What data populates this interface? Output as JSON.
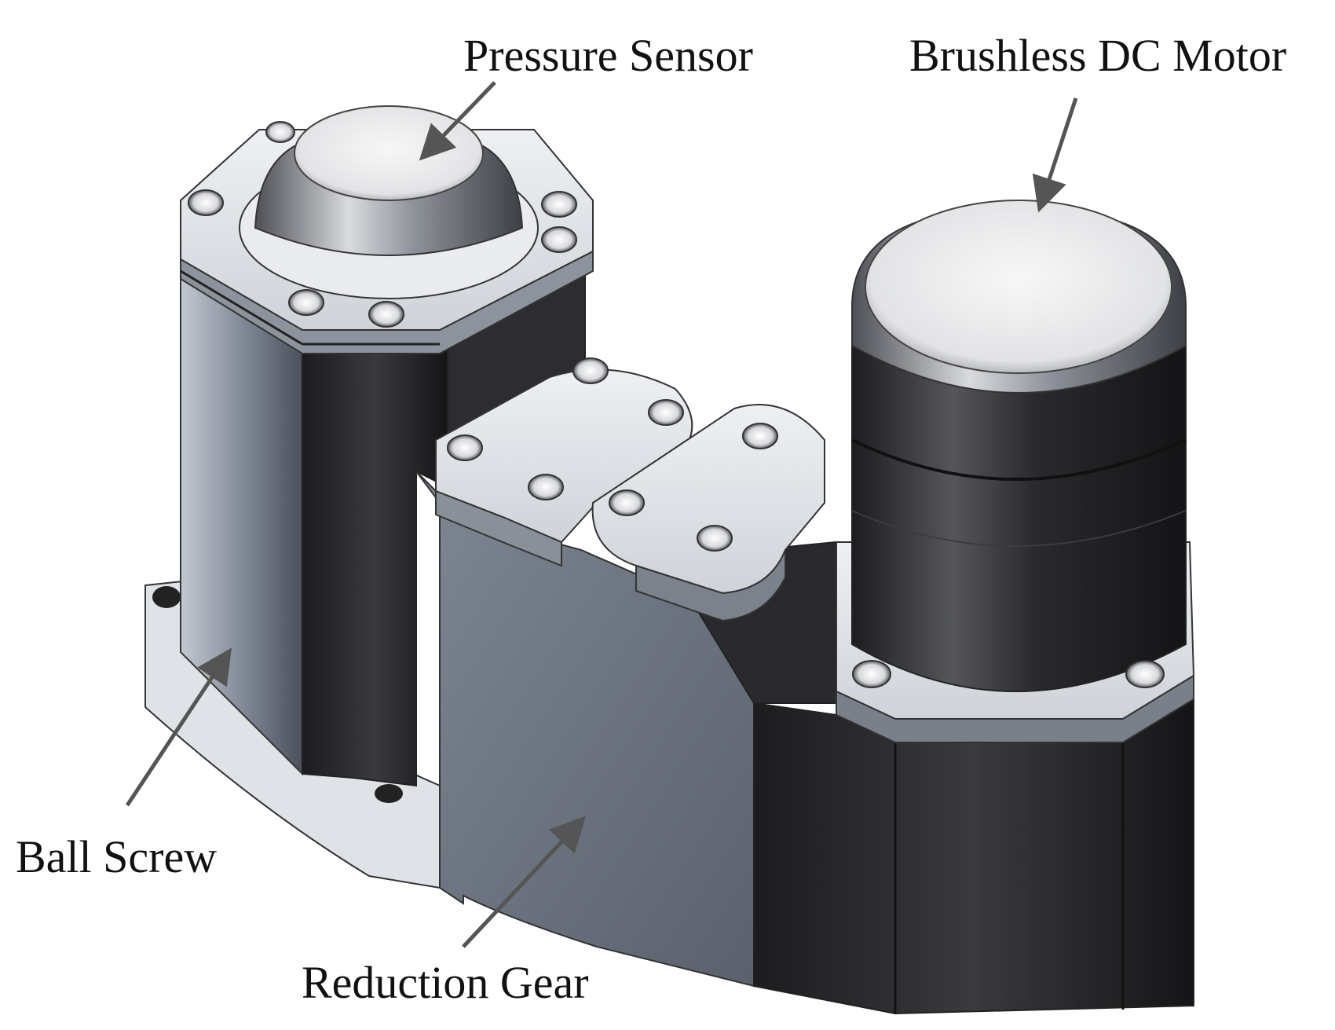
{
  "labels": {
    "pressure_sensor": "Pressure Sensor",
    "brushless_dc_motor": "Brushless DC Motor",
    "ball_screw": "Ball Screw",
    "reduction_gear": "Reduction Gear"
  },
  "colors": {
    "arrow": "#555555",
    "text": "#111111",
    "housing_light": "#a9b0bc",
    "housing_dark": "#2b2b2e",
    "cap_highlight": "#f2f2f2"
  }
}
